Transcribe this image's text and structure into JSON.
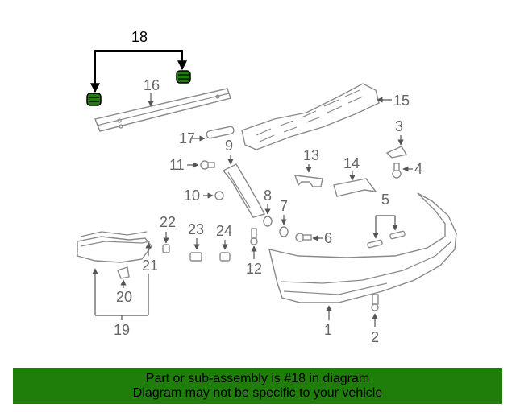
{
  "diagram": {
    "callouts": {
      "c1": "1",
      "c2": "2",
      "c3": "3",
      "c4": "4",
      "c5": "5",
      "c6": "6",
      "c7": "7",
      "c8": "8",
      "c9": "9",
      "c10": "10",
      "c11": "11",
      "c12": "12",
      "c13": "13",
      "c14": "14",
      "c15": "15",
      "c16": "16",
      "c17": "17",
      "c18": "18",
      "c19": "19",
      "c20": "20",
      "c21": "21",
      "c22": "22",
      "c23": "23",
      "c24": "24"
    },
    "highlight_part": "18",
    "highlight_color": "#1f7d0a"
  },
  "banner": {
    "line1": "Part or sub-assembly is #18 in diagram",
    "line2": "Diagram may not be specific to your vehicle",
    "color": "#1f7d0a"
  }
}
